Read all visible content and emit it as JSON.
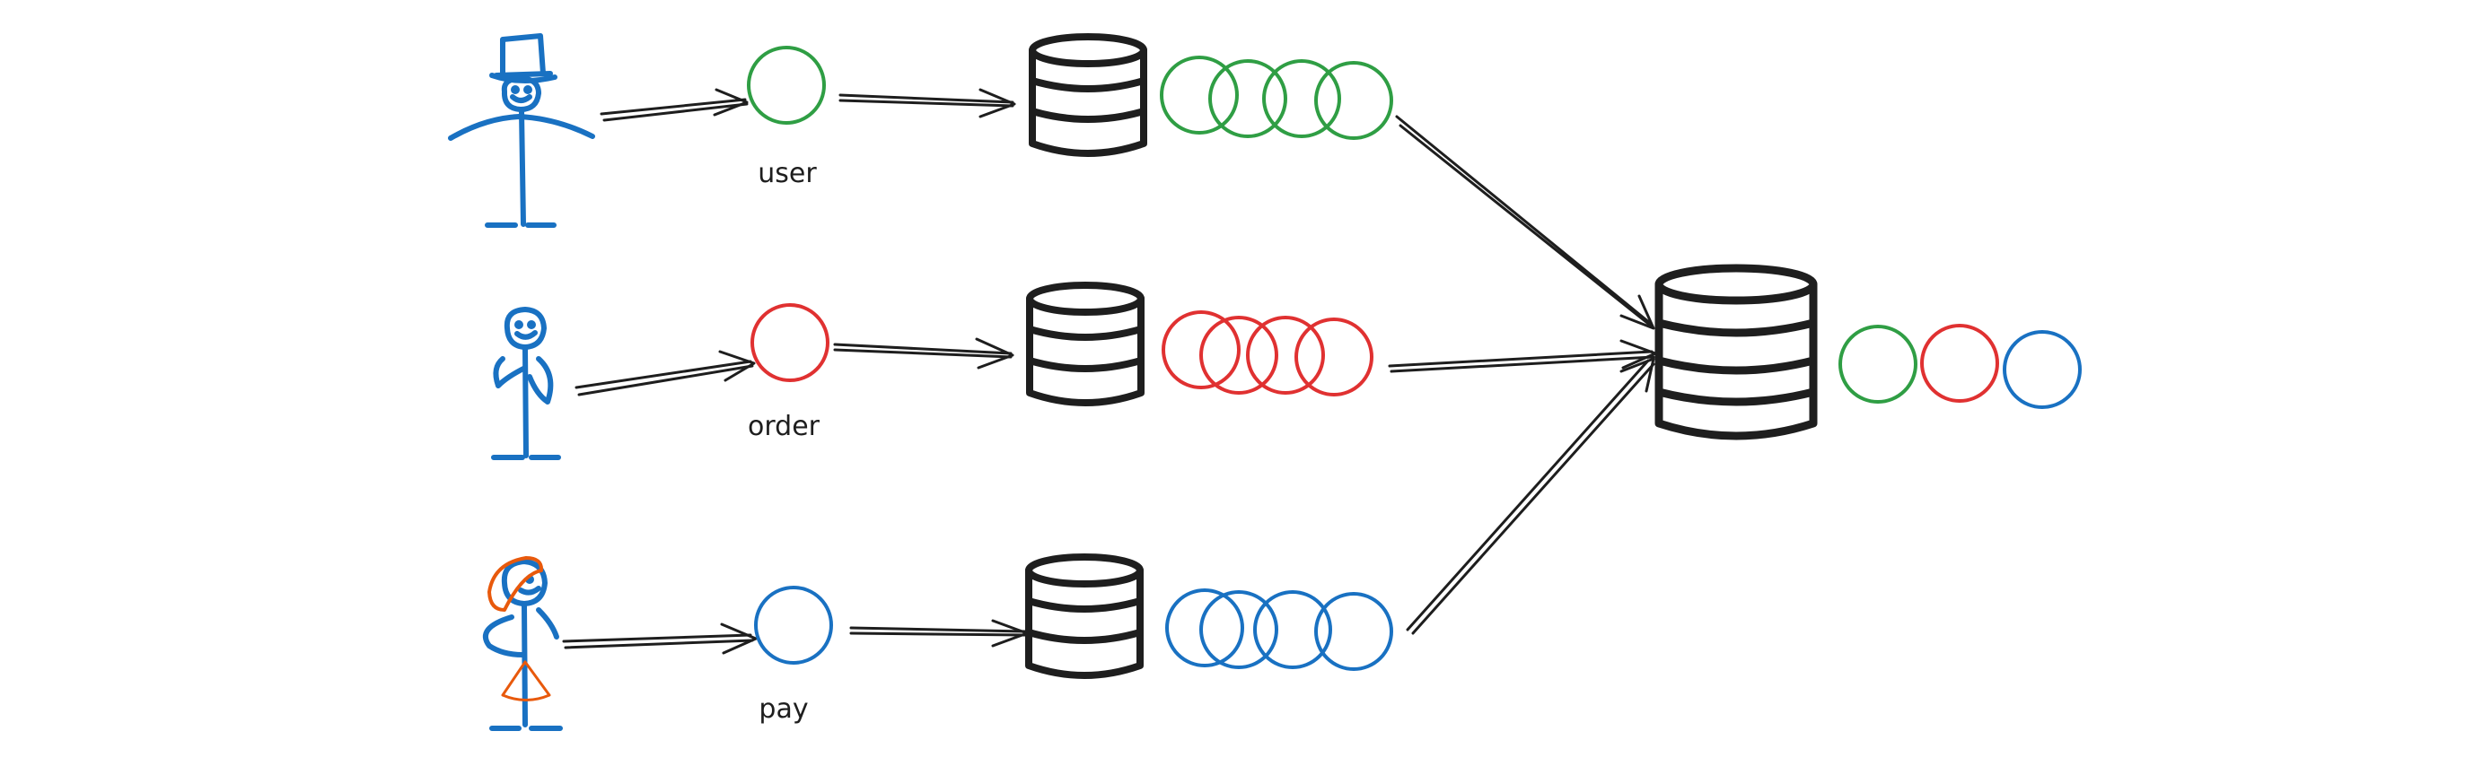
{
  "colors": {
    "ink": "#1e1e1e",
    "figure": "#1971c2",
    "hat_accent": "#f08c00",
    "green_stroke": "#2f9e44",
    "green_fill": "#b2f2bb",
    "red_stroke": "#e03131",
    "red_fill": "#ffc9c9",
    "blue_stroke": "#1971c2",
    "blue_fill": "#a5d8ff"
  },
  "rows": [
    {
      "label": "user",
      "figure": "person-top-hat-icon",
      "color": "green",
      "queue_count": 4
    },
    {
      "label": "order",
      "figure": "person-icon",
      "color": "red",
      "queue_count": 4
    },
    {
      "label": "pay",
      "figure": "person-hat-skirt-icon",
      "color": "blue",
      "queue_count": 4
    }
  ],
  "merged": {
    "icon": "database-icon",
    "items": [
      "green",
      "red",
      "blue"
    ]
  }
}
